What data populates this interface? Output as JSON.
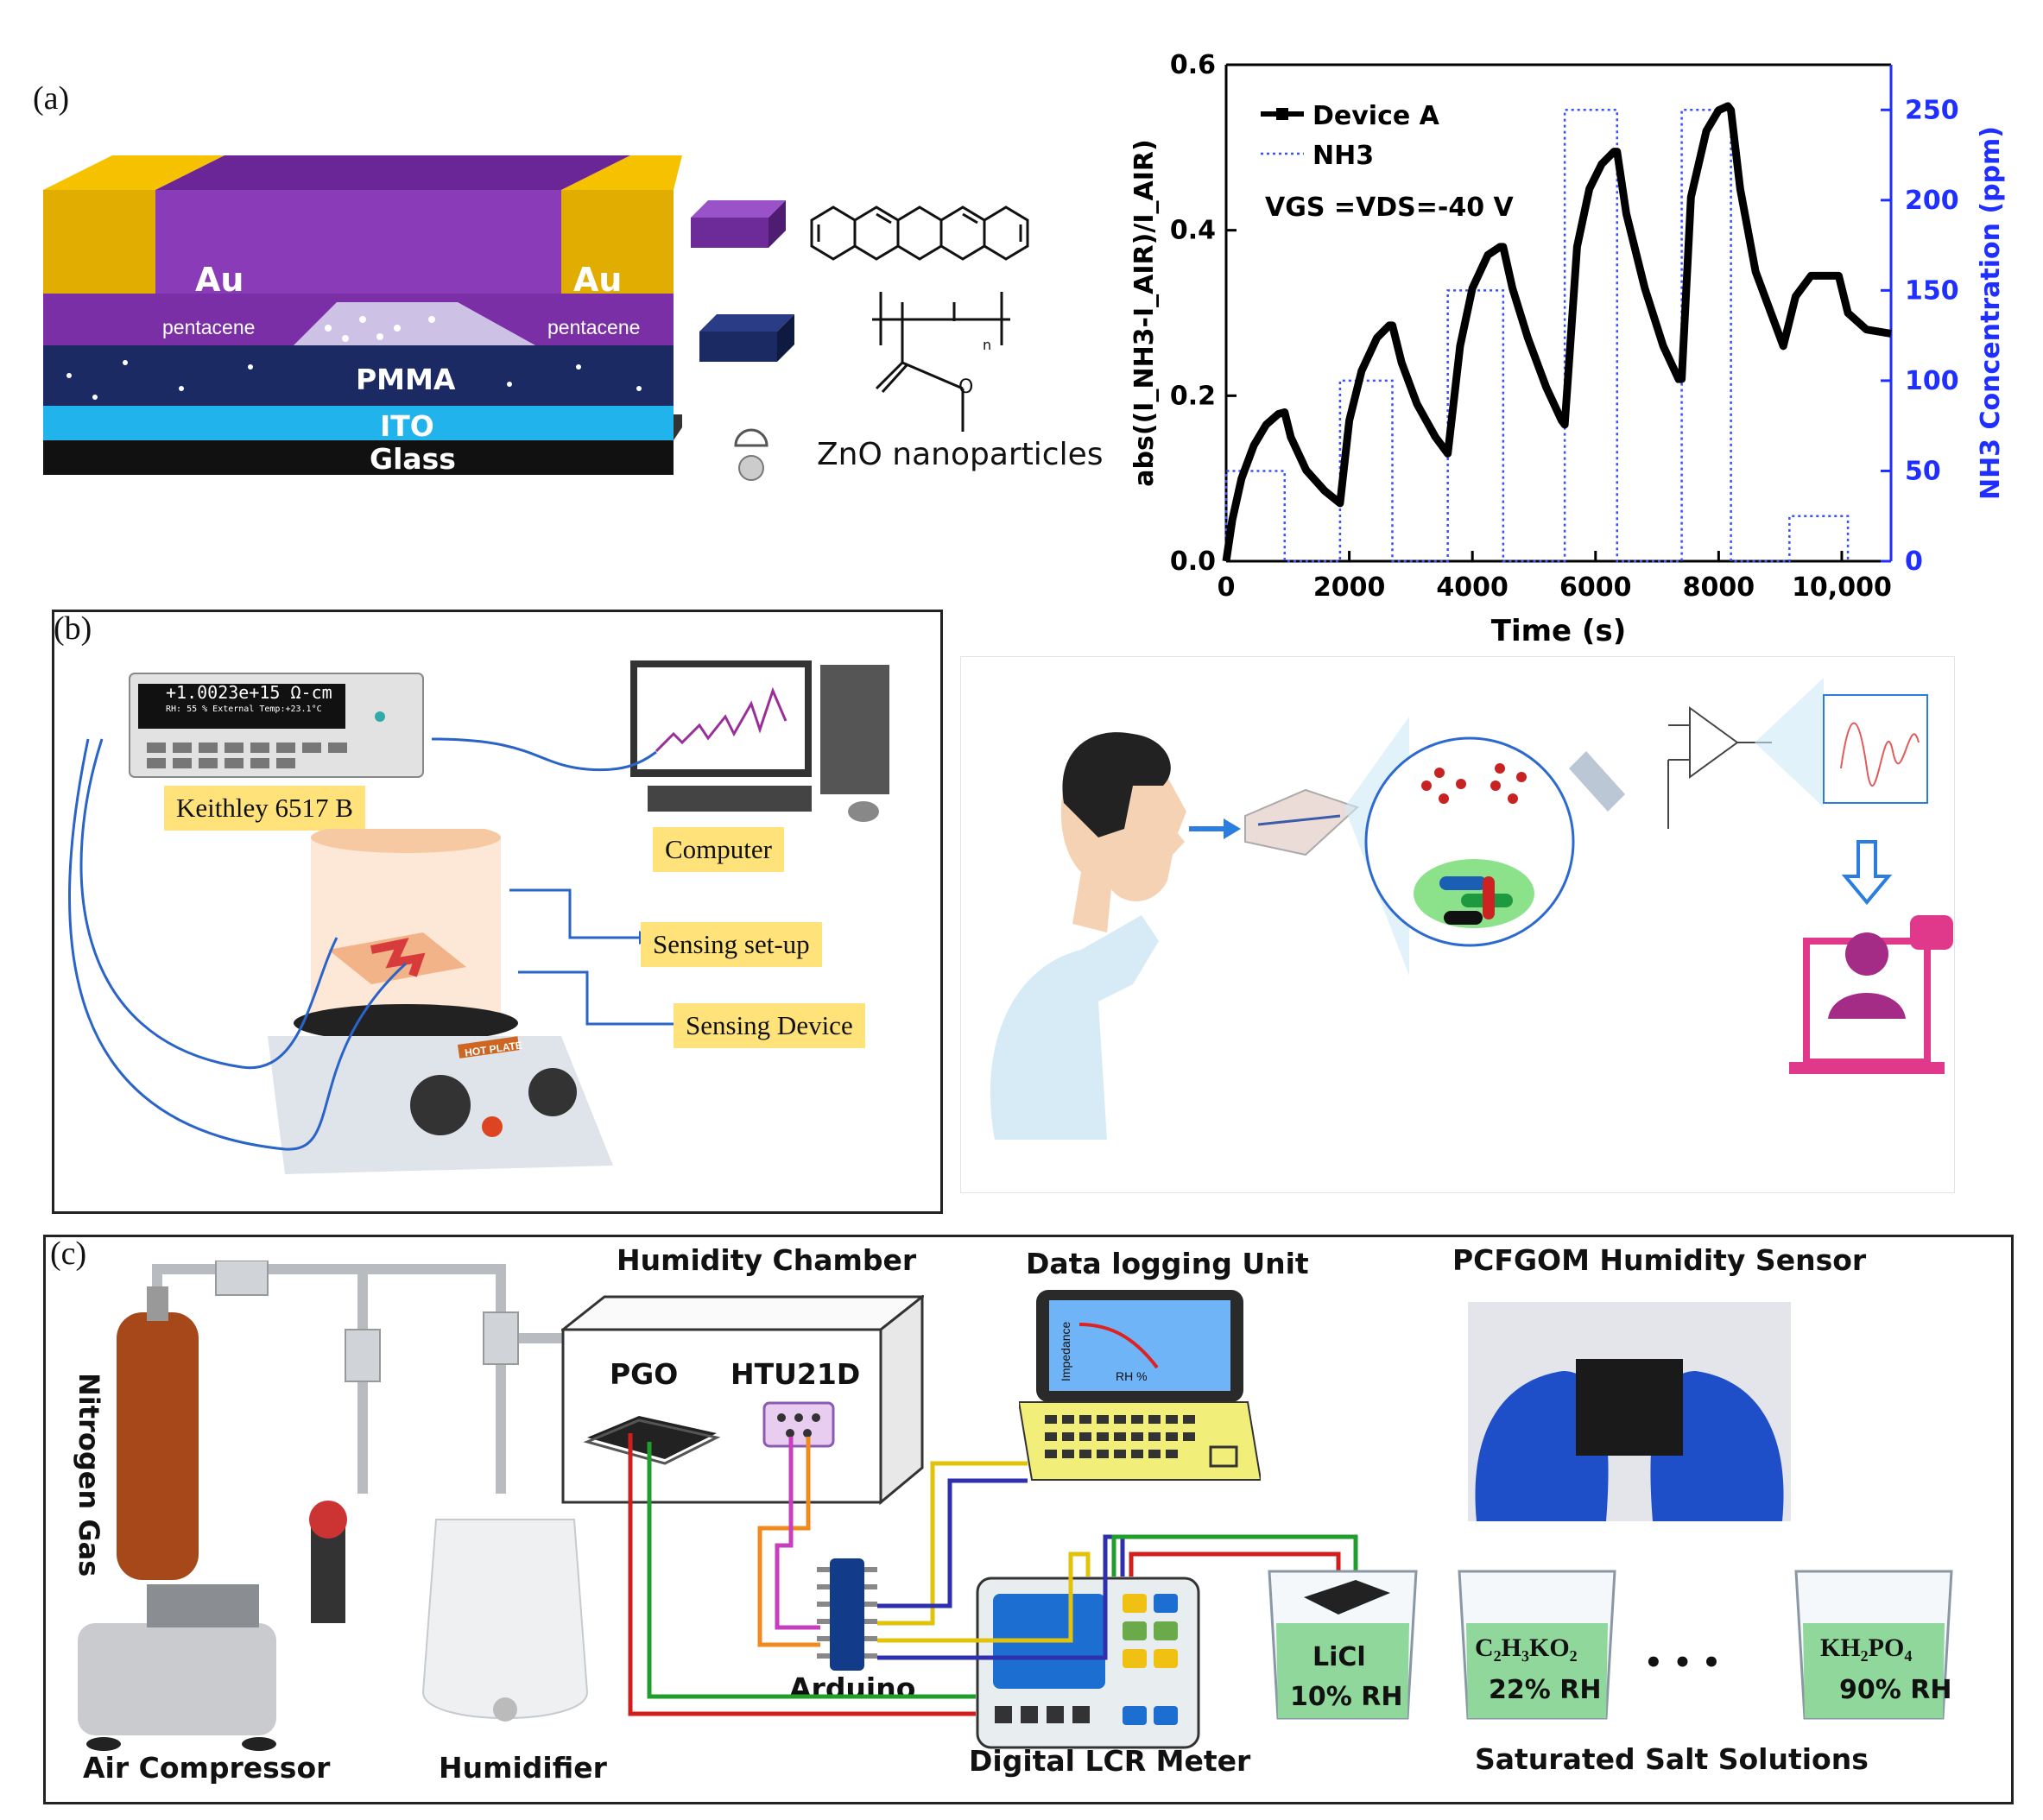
{
  "panel_a": {
    "letter": "(a)",
    "device": {
      "au_left": "Au",
      "au_right": "Au",
      "pentacene_left": "pentacene",
      "pentacene_right": "pentacene",
      "pmma": "PMMA",
      "ito": "ITO",
      "glass": "Glass"
    },
    "legend_znO": "ZnO nanoparticles",
    "monomer_subscript": "n",
    "colors": {
      "au": "#f6c200",
      "pentacene": "#7b2fa6",
      "pmma": "#1b2a63",
      "ito": "#21b1ea",
      "glass": "#111111"
    }
  },
  "chart_data": {
    "type": "line",
    "x_label": "Time (s)",
    "y_label_left": "abs((I_NH3-I_AIR)/I_AIR)",
    "y_label_right": "NH3 Concentration (ppm)",
    "annotation": "VGS =VDS=-40 V",
    "xlim": [
      0,
      10800
    ],
    "ylim_left": [
      0,
      0.6
    ],
    "ylim_right": [
      0,
      275
    ],
    "x_ticks": [
      "0",
      "2000",
      "4000",
      "6000",
      "8000",
      "10,000"
    ],
    "y_ticks_left": [
      "0.0",
      "0.2",
      "0.4",
      "0.6"
    ],
    "y_ticks_right": [
      "0",
      "50",
      "100",
      "150",
      "200",
      "250"
    ],
    "series": [
      {
        "name": "Device A",
        "color": "#000000",
        "style": "solid-square",
        "points": [
          [
            0,
            0
          ],
          [
            100,
            0.05
          ],
          [
            250,
            0.1
          ],
          [
            450,
            0.14
          ],
          [
            650,
            0.165
          ],
          [
            850,
            0.178
          ],
          [
            950,
            0.18
          ],
          [
            1050,
            0.15
          ],
          [
            1300,
            0.11
          ],
          [
            1600,
            0.085
          ],
          [
            1850,
            0.07
          ],
          [
            1850,
            0.07
          ],
          [
            2000,
            0.17
          ],
          [
            2200,
            0.23
          ],
          [
            2450,
            0.27
          ],
          [
            2650,
            0.285
          ],
          [
            2700,
            0.285
          ],
          [
            2850,
            0.24
          ],
          [
            3100,
            0.19
          ],
          [
            3400,
            0.15
          ],
          [
            3600,
            0.13
          ],
          [
            3600,
            0.13
          ],
          [
            3800,
            0.26
          ],
          [
            4000,
            0.33
          ],
          [
            4250,
            0.37
          ],
          [
            4450,
            0.38
          ],
          [
            4500,
            0.38
          ],
          [
            4650,
            0.33
          ],
          [
            4900,
            0.27
          ],
          [
            5200,
            0.21
          ],
          [
            5450,
            0.17
          ],
          [
            5500,
            0.165
          ],
          [
            5700,
            0.38
          ],
          [
            5900,
            0.45
          ],
          [
            6100,
            0.48
          ],
          [
            6300,
            0.495
          ],
          [
            6350,
            0.495
          ],
          [
            6500,
            0.42
          ],
          [
            6800,
            0.33
          ],
          [
            7100,
            0.26
          ],
          [
            7350,
            0.22
          ],
          [
            7400,
            0.22
          ],
          [
            7550,
            0.44
          ],
          [
            7800,
            0.52
          ],
          [
            8000,
            0.545
          ],
          [
            8150,
            0.55
          ],
          [
            8200,
            0.545
          ],
          [
            8350,
            0.45
          ],
          [
            8600,
            0.35
          ],
          [
            8900,
            0.29
          ],
          [
            9050,
            0.26
          ],
          [
            9250,
            0.32
          ],
          [
            9500,
            0.345
          ],
          [
            9800,
            0.345
          ],
          [
            9950,
            0.345
          ],
          [
            10100,
            0.3
          ],
          [
            10400,
            0.28
          ],
          [
            10800,
            0.275
          ]
        ]
      },
      {
        "name": "NH3",
        "color": "#3a4fff",
        "style": "dotted",
        "points": [
          [
            0,
            0
          ],
          [
            0,
            50
          ],
          [
            950,
            50
          ],
          [
            950,
            0
          ],
          [
            1850,
            0
          ],
          [
            1850,
            100
          ],
          [
            2700,
            100
          ],
          [
            2700,
            0
          ],
          [
            3600,
            0
          ],
          [
            3600,
            150
          ],
          [
            4500,
            150
          ],
          [
            4500,
            0
          ],
          [
            5500,
            0
          ],
          [
            5500,
            250
          ],
          [
            6350,
            250
          ],
          [
            6350,
            0
          ],
          [
            7400,
            0
          ],
          [
            7400,
            250
          ],
          [
            8200,
            250
          ],
          [
            8200,
            0
          ],
          [
            9150,
            0
          ],
          [
            9150,
            25
          ],
          [
            10100,
            25
          ],
          [
            10100,
            0
          ]
        ]
      }
    ]
  },
  "panel_b": {
    "letter": "(b)",
    "keithley": "Keithley 6517 B",
    "computer": "Computer",
    "sensing_setup": "Sensing set-up",
    "sensing_device": "Sensing Device",
    "meter_display": "+1.0023e+15 Ω-cm",
    "meter_sub": "RH: 55 %   External Temp:+23.1°C",
    "hotplate": "HOT PLATE"
  },
  "panel_c": {
    "letter": "(c)",
    "nitrogen": "Nitrogen Gas",
    "humidity_chamber": "Humidity Chamber",
    "pgo": "PGO",
    "htu": "HTU21D",
    "data_logging": "Data logging Unit",
    "impedance": "Impedance",
    "rh_pct": "RH %",
    "sensor_title": "PCFGOM Humidity Sensor",
    "air_compressor": "Air Compressor",
    "humidifier": "Humidifier",
    "arduino": "Arduino",
    "lcr": "Digital LCR Meter",
    "salt1": "LiCl",
    "salt1_rh": "10% RH",
    "salt2": "C₂H₃KO₂",
    "salt2_rh": "22% RH",
    "ellipsis": "• • •",
    "salt3": "KH₂PO₄",
    "salt3_rh": "90% RH",
    "salt_solutions": "Saturated Salt Solutions"
  }
}
